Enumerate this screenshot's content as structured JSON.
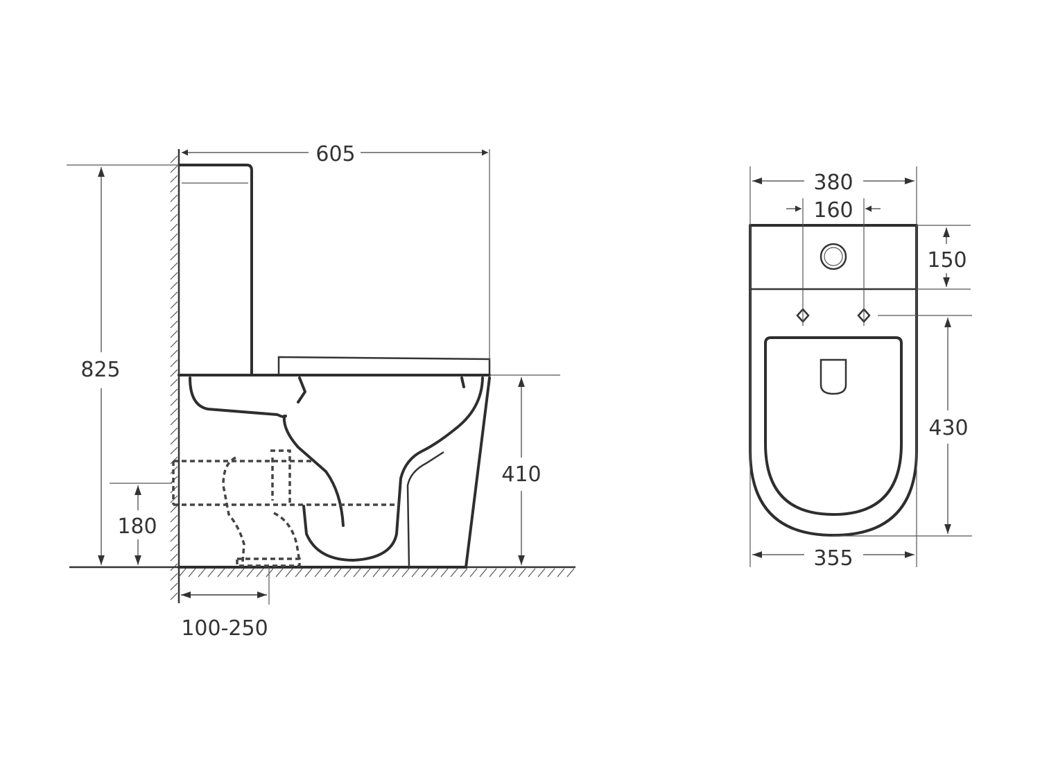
{
  "side_view": {
    "dim_width": "605",
    "dim_height": "825",
    "dim_seat_height": "410",
    "dim_outlet_height": "180",
    "dim_outlet_distance": "100-250"
  },
  "top_view": {
    "dim_tank_width": "380",
    "dim_hole_spacing": "160",
    "dim_tank_depth": "150",
    "dim_bowl_length": "430",
    "dim_bowl_width": "355"
  },
  "colors": {
    "line": "#333333",
    "background": "#ffffff"
  }
}
